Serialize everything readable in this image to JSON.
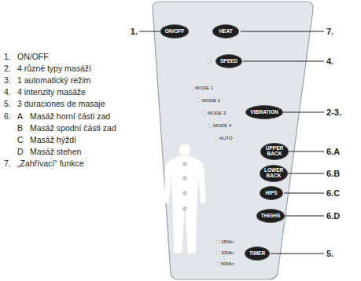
{
  "diagram": {
    "nodes": [
      {
        "text": [
          "ON/OFF"
        ]
      },
      {
        "text": [
          "HEAT"
        ]
      },
      {
        "text": [
          "SPEED"
        ]
      },
      {
        "text": [
          "VIBRATION"
        ]
      },
      {
        "text": [
          "UPPER BACK"
        ]
      },
      {
        "text": [
          "LOWER BACK"
        ]
      },
      {
        "text": [
          "HIPS"
        ]
      },
      {
        "text": [
          "THIGHS"
        ]
      },
      {
        "text": [
          "TIMER"
        ]
      }
    ],
    "labels": [
      "1.",
      "ON/OFF",
      "2.",
      "4 různé typy masáží",
      "3.",
      "1 automatický režim",
      "4.",
      "4 intenzity masáže",
      "5.",
      "3 duraciones de masaje",
      "6.",
      "A",
      "Masáž horní části zad",
      "B",
      "Masáž spodní části zad",
      "C",
      "Masáž hýždí",
      "D",
      "Masáž stehen",
      "7.",
      "„Zahřívací“ funkce",
      "1.",
      "7.",
      "4.",
      "2-3.",
      "6.A",
      "6.B",
      "6.C",
      "6.D",
      "5.",
      "MODE 1",
      "MODE 2",
      "MODE 3",
      "MODE 4",
      "AUTO",
      "15Min",
      "30Min",
      "60Min"
    ]
  }
}
